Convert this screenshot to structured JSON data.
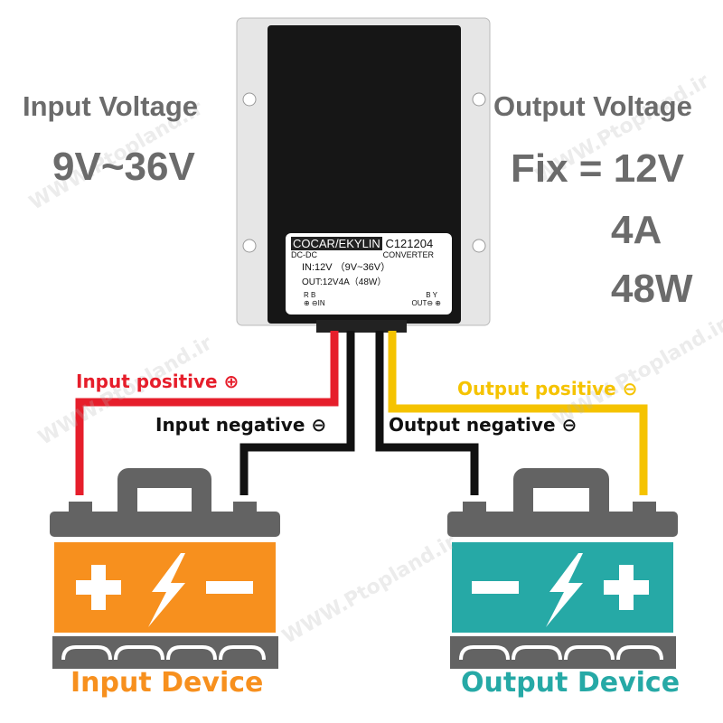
{
  "watermark": "WWW.Ptopland.ir",
  "input_voltage": {
    "title": "Input Voltage",
    "value": "9V~36V"
  },
  "output_voltage": {
    "title": "Output Voltage",
    "value": "Fix = 12V",
    "current": "4A",
    "power": "48W"
  },
  "converter_label": {
    "brand": "COCAR/EKYLIN",
    "model": "C121204",
    "type_left": "DC-DC",
    "type_right": "CONVERTER",
    "input": "IN:12V （9V~36V）",
    "output": "OUT:12V4A（48W）",
    "in_marks": "R B",
    "in_text": "⊕ ⊖IN",
    "out_marks": "B Y",
    "out_text": "OUT⊖ ⊕"
  },
  "wires": {
    "input_positive": "Input positive ⊕",
    "input_negative": "Input negative ⊖",
    "output_negative": "Output negative ⊖",
    "output_positive": "Output positive ⊖"
  },
  "devices": {
    "input": "Input Device",
    "output": "Output Device"
  },
  "colors": {
    "orange": "#f7901e",
    "teal": "#26a9a6",
    "gray": "#636363",
    "red": "#e61e2b",
    "yellow": "#f5c300"
  }
}
